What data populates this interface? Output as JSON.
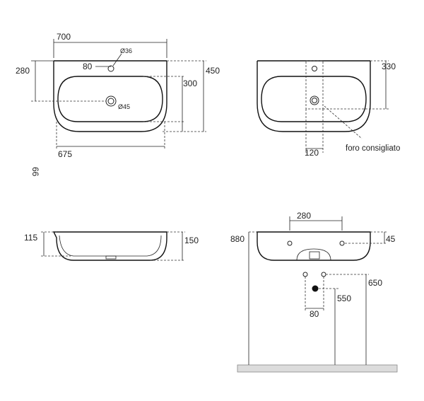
{
  "top_view": {
    "width_top": "700",
    "hole_offset": "80",
    "tap_hole": "Ø36",
    "depth_left": "280",
    "depth_bowl": "300",
    "depth_total": "450",
    "drain": "Ø45",
    "width_bottom": "675"
  },
  "rear_view": {
    "height": "330",
    "offset": "120",
    "note": "foro consigliato"
  },
  "rotated_label": "66",
  "side_view": {
    "inner_height": "115",
    "outer_height": "150"
  },
  "install_view": {
    "mount_height": "880",
    "fixing_distance": "280",
    "fixing_offset": "45",
    "supply_height": "650",
    "drain_height": "550",
    "supply_spacing": "80"
  }
}
